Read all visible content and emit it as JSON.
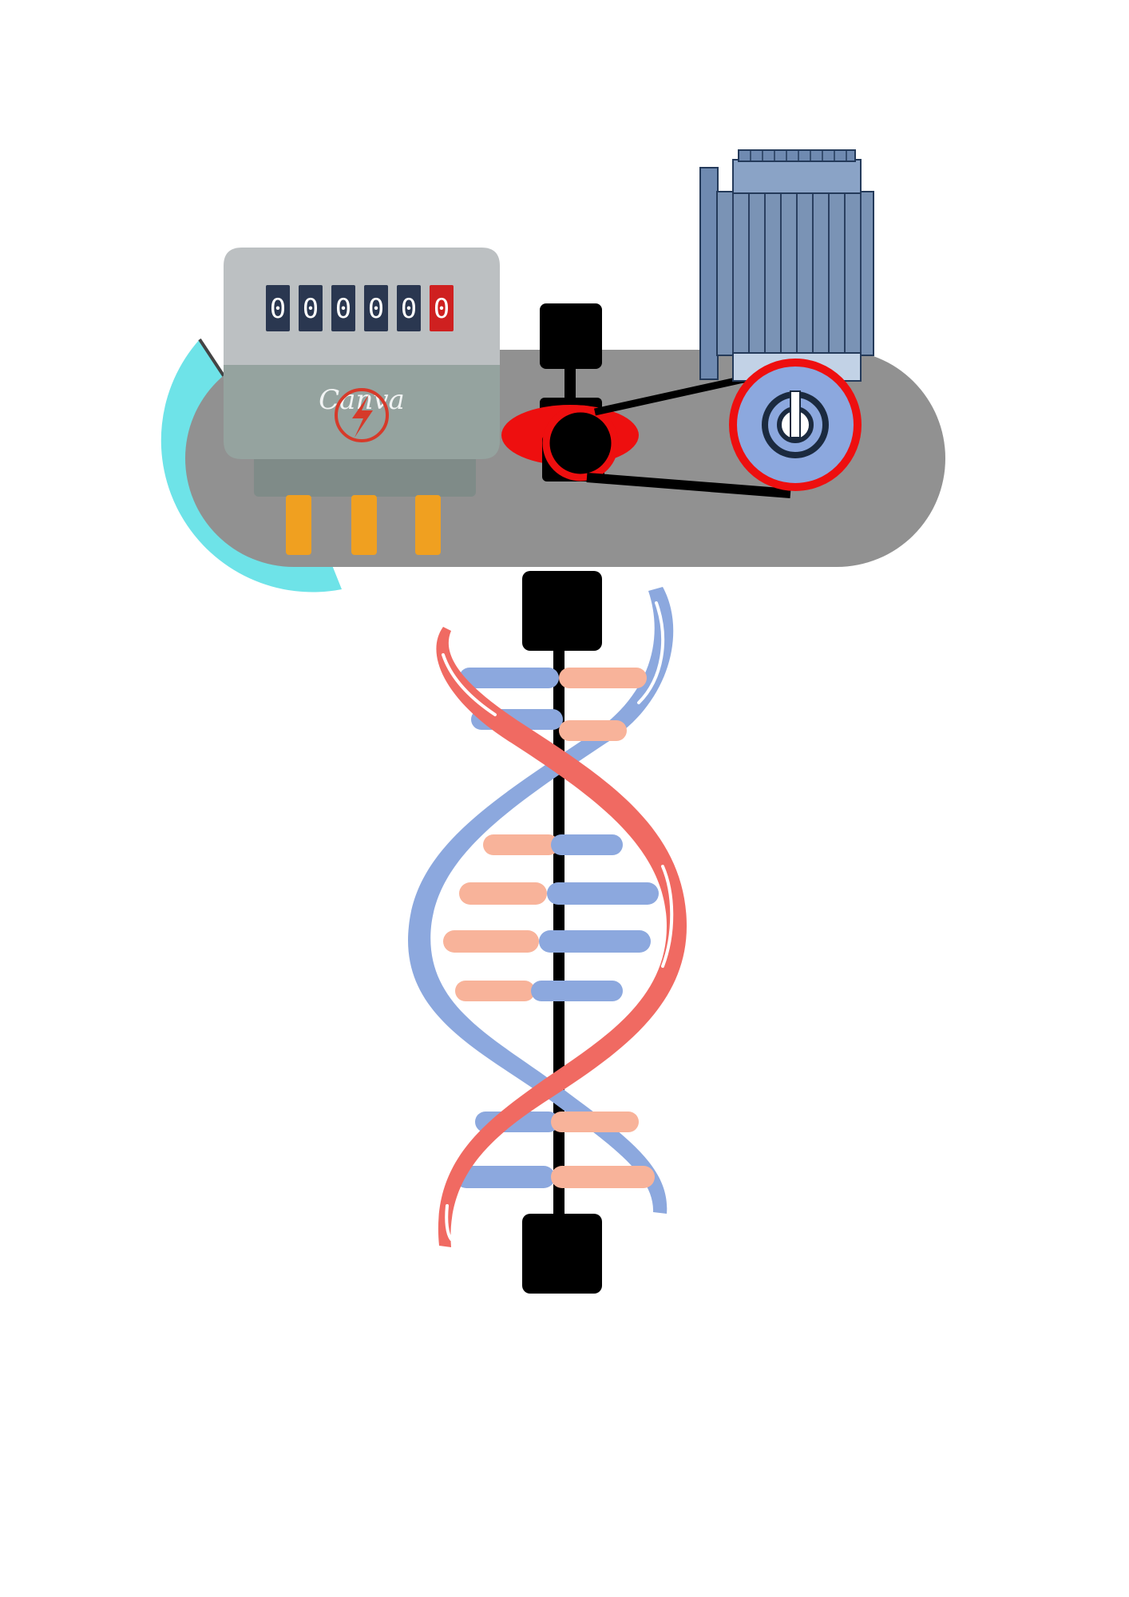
{
  "meter": {
    "digits": [
      "0",
      "0",
      "0",
      "0",
      "0",
      "0"
    ],
    "logo_text": "Canva"
  },
  "colors": {
    "platform": "#919191",
    "meter_top": "#bcc0c2",
    "meter_bottom": "#95a39f",
    "digit_dark": "#2a3750",
    "digit_red": "#cf2020",
    "meter_legs": "#f0a020",
    "cyan_arc": "#6ee3e8",
    "motor_blue": "#7a93b5",
    "pulley_red": "#ee0f0f",
    "dna_red": "#f06a62",
    "dna_blue": "#8ca8de",
    "dna_rung": "#f8b39a",
    "shaft": "#000000"
  },
  "icons": [
    "electric-meter-icon",
    "electric-motor-icon",
    "dna-helix-icon",
    "lightning-bolt-icon"
  ]
}
